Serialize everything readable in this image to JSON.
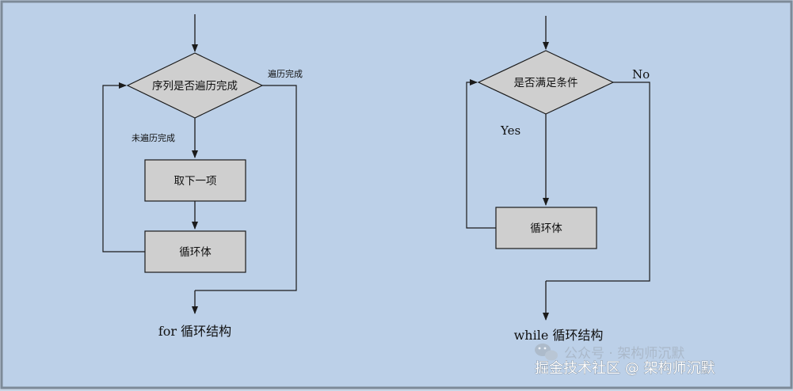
{
  "colors": {
    "background": "#bcd0e8",
    "frame": "#7d8a98",
    "shape_fill": "#cfcfcf",
    "stroke": "#1b1b1b",
    "watermark": "#ffffff"
  },
  "for_loop": {
    "decision": "序列是否遍历完成",
    "done_label": "遍历完成",
    "not_done_label": "未遍历完成",
    "step_box": "取下一项",
    "body_box": "循环体",
    "caption": "for 循环结构"
  },
  "while_loop": {
    "decision": "是否满足条件",
    "yes_label": "Yes",
    "no_label": "No",
    "body_box": "循环体",
    "caption": "while 循环结构"
  },
  "watermark": {
    "line1": "公众号 · 架构师沉默",
    "line2": "掘金技术社区 @ 架构师沉默"
  }
}
